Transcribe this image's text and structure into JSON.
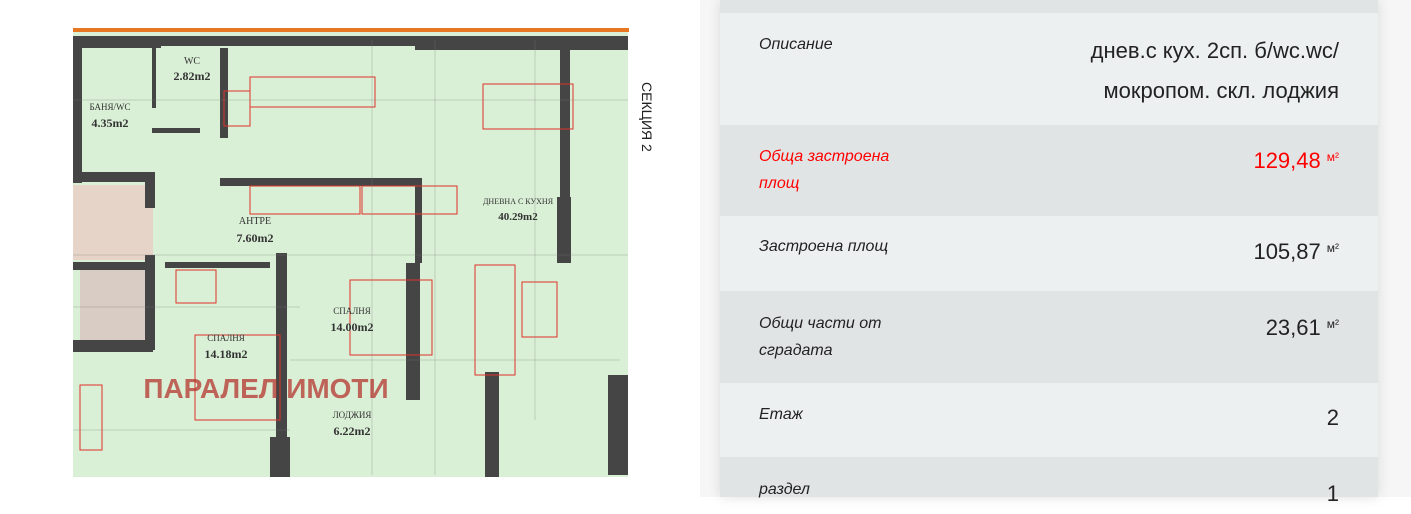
{
  "floor_plan": {
    "rooms": [
      {
        "name": "WC",
        "area": "2.82m2"
      },
      {
        "name": "БАНЯ/WC",
        "area": "4.35m2"
      },
      {
        "name": "АНТРЕ",
        "area": "7.60m2"
      },
      {
        "name": "ДНЕВНА С КУХНЯ",
        "area": "40.29m2"
      },
      {
        "name": "СПАЛНЯ",
        "area": "14.00m2"
      },
      {
        "name": "СПАЛНЯ",
        "area": "14.18m2"
      },
      {
        "name": "ЛОДЖИЯ",
        "area": "6.22m2"
      }
    ],
    "section_label": "СЕКЦИЯ 2",
    "watermark": "ПАРАЛЕЛ ИМОТИ",
    "colors": {
      "floor": "#d9f0d6",
      "wall": "#454545",
      "furniture": "#e0322b",
      "watermark": "#b5342e",
      "top_edge": "#e87722"
    }
  },
  "details": {
    "rows": [
      {
        "label": "Описание",
        "value": "днев.с кух. 2сп. б/wc.wc/",
        "value2": "мокропом. скл. лоджия"
      },
      {
        "label": "Обща застроена",
        "label2": "площ",
        "value": "129,48",
        "unit": "м²",
        "highlight": true
      },
      {
        "label": "Застроена площ",
        "value": "105,87",
        "unit": "м²"
      },
      {
        "label": "Общи части от",
        "label2": "сградата",
        "value": "23,61",
        "unit": "м²"
      },
      {
        "label": "Етаж",
        "value": "2"
      },
      {
        "label": "раздел",
        "value": "1"
      }
    ],
    "colors": {
      "highlight": "#ff0000",
      "row_light": "#edf0f1",
      "row_dark": "#e1e4e5"
    }
  }
}
